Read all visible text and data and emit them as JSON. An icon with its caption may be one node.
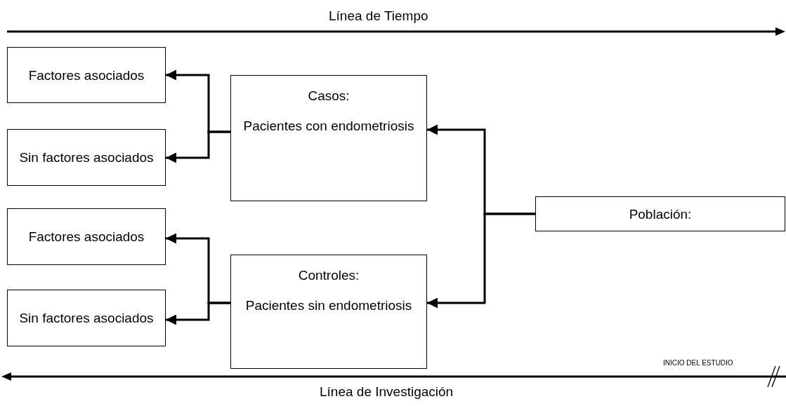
{
  "diagram": {
    "nodes": [
      {
        "text": [
          "Factores asociados"
        ]
      },
      {
        "text": [
          "Sin factores asociados"
        ]
      },
      {
        "text": [
          "Casos:",
          "Pacientes con endometriosis"
        ]
      },
      {
        "text": [
          "Factores asociados"
        ]
      },
      {
        "text": [
          "Sin factores asociados"
        ]
      },
      {
        "text": [
          "Controles:",
          "Pacientes sin endometriosis"
        ]
      },
      {
        "text": [
          "Población:"
        ]
      }
    ],
    "edges": [
      {
        "from": 6,
        "to": 2,
        "arrow": "to"
      },
      {
        "from": 6,
        "to": 5,
        "arrow": "to"
      },
      {
        "from": 2,
        "to": 0,
        "arrow": "to"
      },
      {
        "from": 2,
        "to": 1,
        "arrow": "to"
      },
      {
        "from": 5,
        "to": 3,
        "arrow": "to"
      },
      {
        "from": 5,
        "to": 4,
        "arrow": "to"
      }
    ],
    "labels": [
      "Línea de Tiempo",
      "INICIO DEL ESTUDIO",
      "Línea de Investigación"
    ]
  }
}
